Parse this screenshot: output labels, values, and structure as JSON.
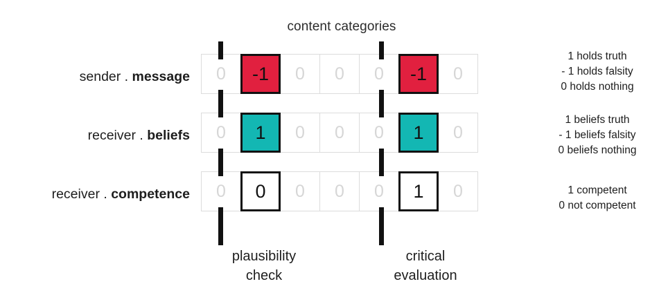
{
  "title": "content categories",
  "colors": {
    "red": "#E1203F",
    "teal": "#13B7B3",
    "cell_border": "#dcdcdc",
    "cell_text_muted": "#d6d6d6",
    "highlight_border": "#111111",
    "text": "#1d1d1d"
  },
  "rows": [
    {
      "label_prefix": "sender . ",
      "label_bold": "message",
      "cells": [
        "0",
        "-1",
        "0",
        "0",
        "0",
        "-1",
        "0"
      ],
      "highlight_columns": [
        1,
        5
      ],
      "highlight_style": "red"
    },
    {
      "label_prefix": "receiver . ",
      "label_bold": "beliefs",
      "cells": [
        "0",
        "1",
        "0",
        "0",
        "0",
        "1",
        "0"
      ],
      "highlight_columns": [
        1,
        5
      ],
      "highlight_style": "teal"
    },
    {
      "label_prefix": "receiver . ",
      "label_bold": "competence",
      "cells": [
        "0",
        "0",
        "0",
        "0",
        "0",
        "1",
        "0"
      ],
      "highlight_columns": [
        1,
        5
      ],
      "highlight_style": "plain"
    }
  ],
  "legends": [
    {
      "lines": [
        "1 holds truth",
        "- 1 holds falsity",
        "0 holds nothing"
      ]
    },
    {
      "lines": [
        "1 beliefs truth",
        "- 1 beliefs falsity",
        "0 beliefs nothing"
      ]
    },
    {
      "lines": [
        "1 competent",
        "0 not competent"
      ]
    }
  ],
  "captions": [
    {
      "line1": "plausibility",
      "line2": "check"
    },
    {
      "line1": "critical",
      "line2": "evaluation"
    }
  ]
}
